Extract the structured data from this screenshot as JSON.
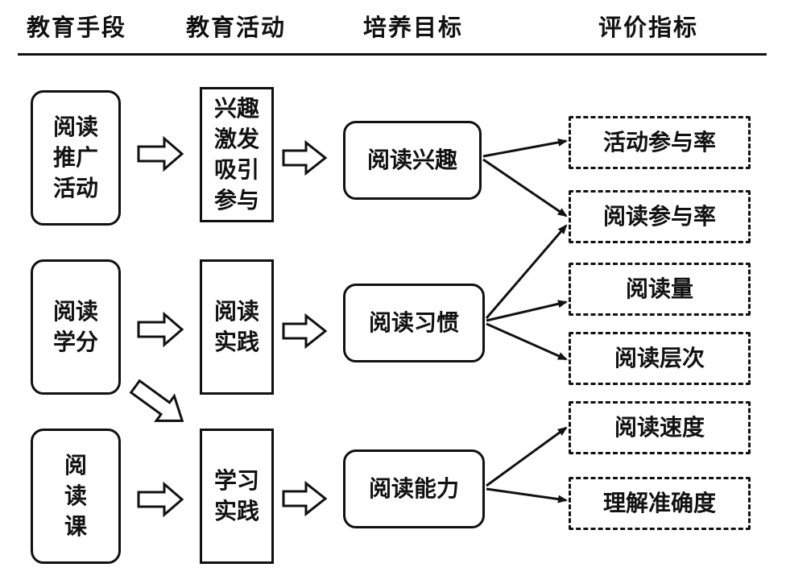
{
  "headers": {
    "means": "教育手段",
    "activities": "教育活动",
    "goals": "培养目标",
    "indicators": "评价指标"
  },
  "means": [
    {
      "label": "阅读\n推广\n活动"
    },
    {
      "label": "阅读\n学分"
    },
    {
      "label": "阅\n读\n课"
    }
  ],
  "activities": [
    {
      "label": "兴趣\n激发\n吸引\n参与"
    },
    {
      "label": "阅读\n实践"
    },
    {
      "label": "学习\n实践"
    }
  ],
  "goals": [
    {
      "label": "阅读兴趣"
    },
    {
      "label": "阅读习惯"
    },
    {
      "label": "阅读能力"
    }
  ],
  "indicators": [
    {
      "label": "活动参与率"
    },
    {
      "label": "阅读参与率"
    },
    {
      "label": "阅读量"
    },
    {
      "label": "阅读层次"
    },
    {
      "label": "阅读速度"
    },
    {
      "label": "理解准确度"
    }
  ]
}
